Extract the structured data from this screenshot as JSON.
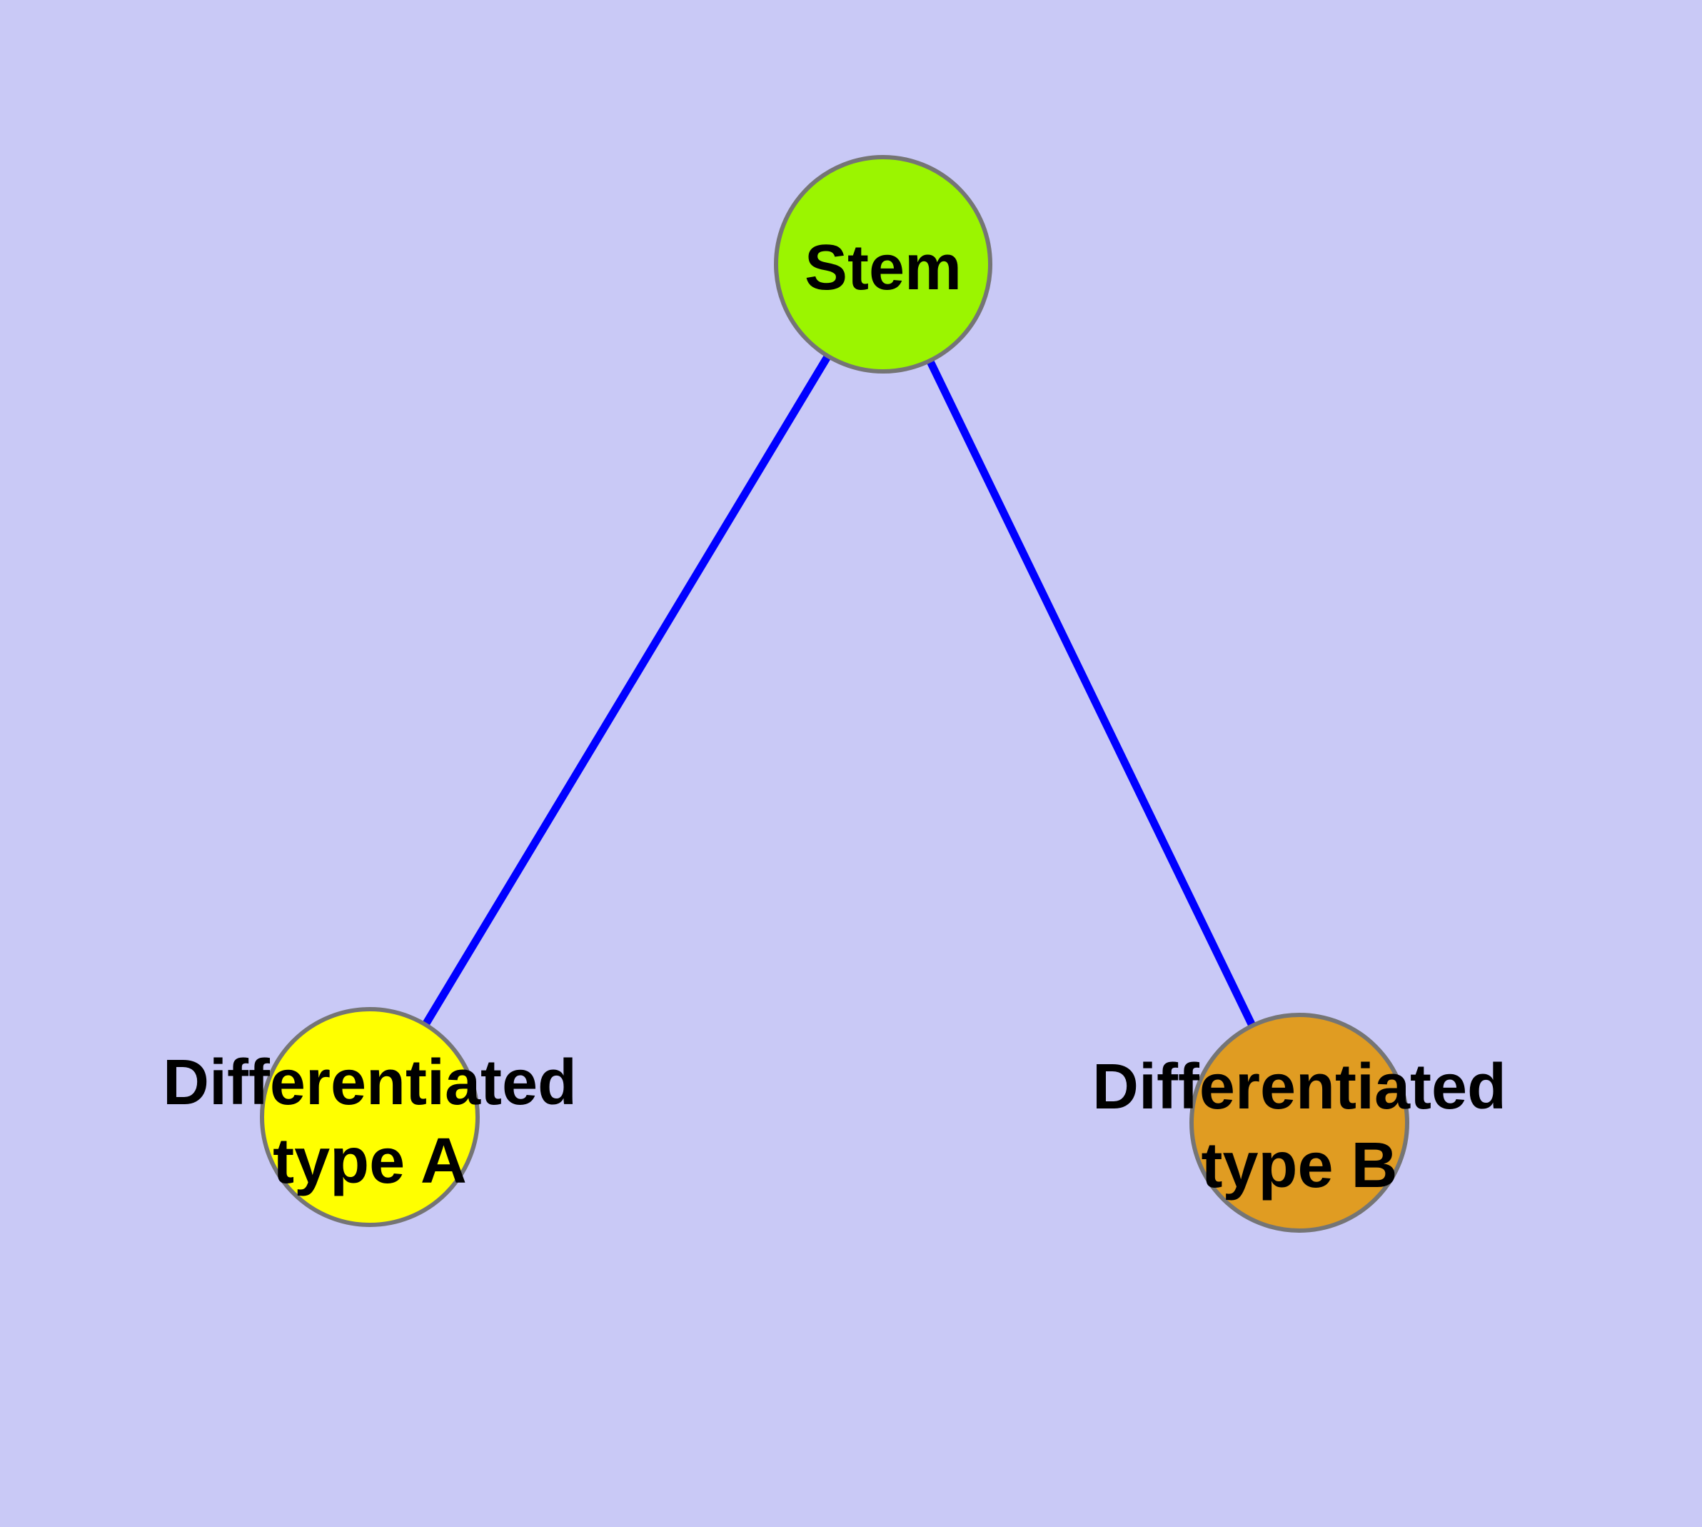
{
  "diagram": {
    "background_color": "#C9C9F6",
    "edge_color": "#0000FF",
    "node_border_color": "#757575",
    "text_color": "#000000",
    "nodes": [
      {
        "id": "stem",
        "label": "Stem",
        "fill": "#9BF500"
      },
      {
        "id": "differentiated-type-a",
        "label_line1": "Differentiated",
        "label_line2": "type A",
        "fill": "#FFFF00"
      },
      {
        "id": "differentiated-type-b",
        "label_line1": "Differentiated",
        "label_line2": "type B",
        "fill": "#E09C22"
      }
    ],
    "edges": [
      {
        "from": "stem",
        "to": "differentiated-type-a"
      },
      {
        "from": "stem",
        "to": "differentiated-type-b"
      }
    ]
  }
}
